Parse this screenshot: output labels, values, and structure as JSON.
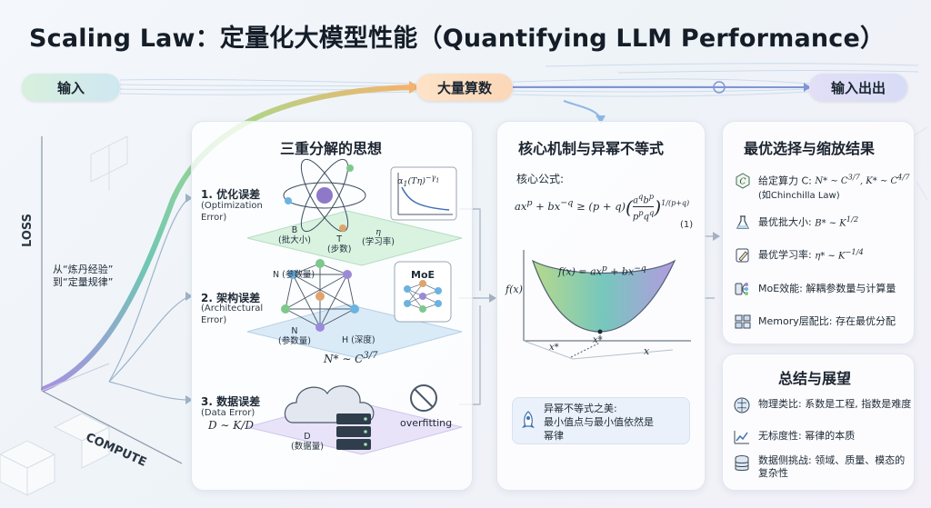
{
  "title": "Scaling Law：定量化大模型性能（Quantifying LLM Performance）",
  "pills": {
    "input": "输入",
    "compute": "大量算数",
    "io": "输入出出"
  },
  "axes": {
    "loss": "LOSS",
    "compute": "COMPUTE",
    "curve_label_1": "从“炼丹经验”",
    "curve_label_2": "到“定量规律”"
  },
  "decomposition": {
    "title": "三重分解的思想",
    "optimization": {
      "label": "1. 优化误差",
      "sub1": "(Optimization",
      "sub2": "Error)",
      "formula": "α₁(Tη)^{-γ₁}",
      "b_label": "B",
      "b_sub": "(批大小)",
      "t_label": "T",
      "t_sub": "(步数)",
      "eta_label": "η",
      "eta_sub": "(学习率)"
    },
    "architecture": {
      "label": "2. 架构误差",
      "sub1": "(Architectural",
      "sub2": "Error)",
      "n_top": "N (参数量)",
      "n_left": "N",
      "n_left_sub": "(参数量)",
      "h_label": "H (深度)",
      "moe": "MoE",
      "formula": "N* ~ C^{3/7}"
    },
    "data": {
      "label": "3. 数据误差",
      "sub1": "(Data Error)",
      "formula": "D ~ K/D",
      "d_label": "D",
      "d_sub": "(数据量)",
      "overfit": "overfitting"
    }
  },
  "core": {
    "title": "核心机制与异幂不等式",
    "formula_label": "核心公式:",
    "eq_number": "(1)",
    "fx_axis": "f(x)",
    "fx_formula": "f(x) = ax^p + bx^{-q}",
    "x_label": "x",
    "xstar_1": "x*",
    "xstar_2": "x*",
    "note_1": "异幂不等式之美:",
    "note_2": "最小值点与最小值依然是",
    "note_3": "幂律"
  },
  "optimal": {
    "title": "最优选择与缩放结果",
    "rows": [
      {
        "icon": "c-hexagon-icon",
        "text": "给定算力 C:",
        "math": "N* ~ C^{3/7}, K* ~ C^{4/7}",
        "extra": "(如Chinchilla Law)"
      },
      {
        "icon": "flask-icon",
        "text": "最优批大小:",
        "math": "B* ~ K^{1/2}"
      },
      {
        "icon": "pencil-icon",
        "text": "最优学习率:",
        "math": "η* ~ K^{-1/4}"
      },
      {
        "icon": "moe-icon",
        "text": "MoE效能: 解耦参数量与计算量"
      },
      {
        "icon": "memory-icon",
        "text": "Memory层配比: 存在最优分配"
      }
    ]
  },
  "summary": {
    "title": "总结与展望",
    "rows": [
      {
        "icon": "brain-icon",
        "text": "物理类比: 系数是工程, 指数是难度"
      },
      {
        "icon": "trend-icon",
        "text": "无标度性: 幂律的本质"
      },
      {
        "icon": "database-icon",
        "text": "数据侧挑战: 领域、质量、模态的",
        "text2": "复杂性"
      }
    ]
  },
  "colors": {
    "green": "#7dc98c",
    "blue": "#6aa8d8",
    "purple": "#9c8ad8",
    "orange": "#f2a25c"
  }
}
